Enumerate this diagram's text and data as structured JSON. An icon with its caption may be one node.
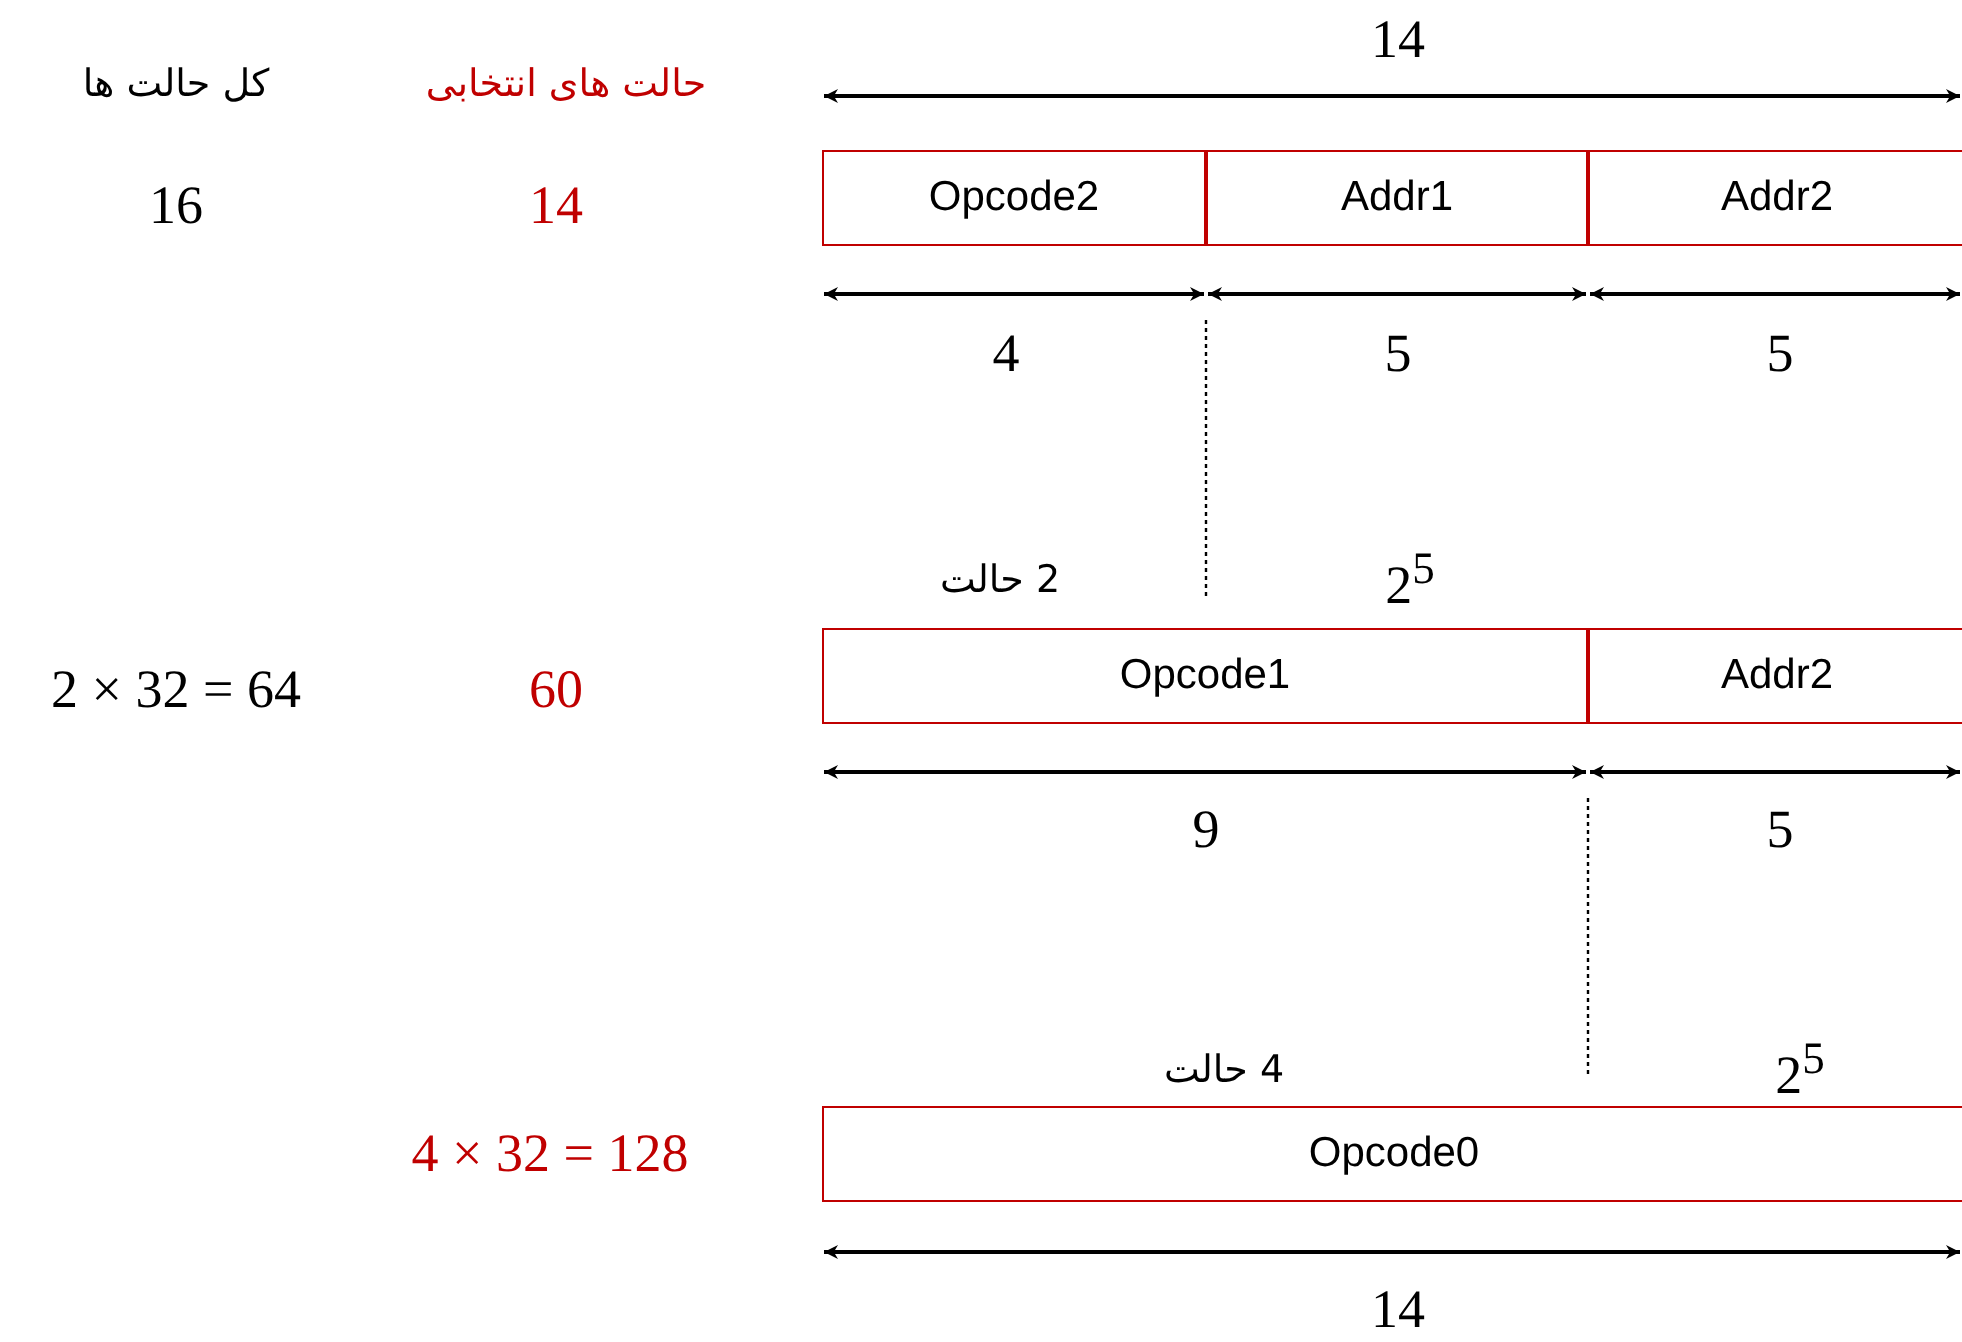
{
  "diagram": {
    "nodes": [
      {
        "text": [
          "Opcode2"
        ]
      },
      {
        "text": [
          "Addr1"
        ]
      },
      {
        "text": [
          "Addr2"
        ]
      },
      {
        "text": [
          "Opcode1"
        ]
      },
      {
        "text": [
          "Addr2"
        ]
      },
      {
        "text": [
          "Opcode0"
        ]
      }
    ],
    "labels": [
      "14",
      "کل حالت ها",
      "حالت های انتخابی",
      "16",
      "14",
      "4",
      "5",
      "5",
      "2 حالت",
      "2$^{5}$",
      "2 × 32 = 64",
      "60",
      "9",
      "5",
      "4 حالت",
      "2$^{5}$",
      "4 × 32 = 128",
      "14"
    ]
  }
}
